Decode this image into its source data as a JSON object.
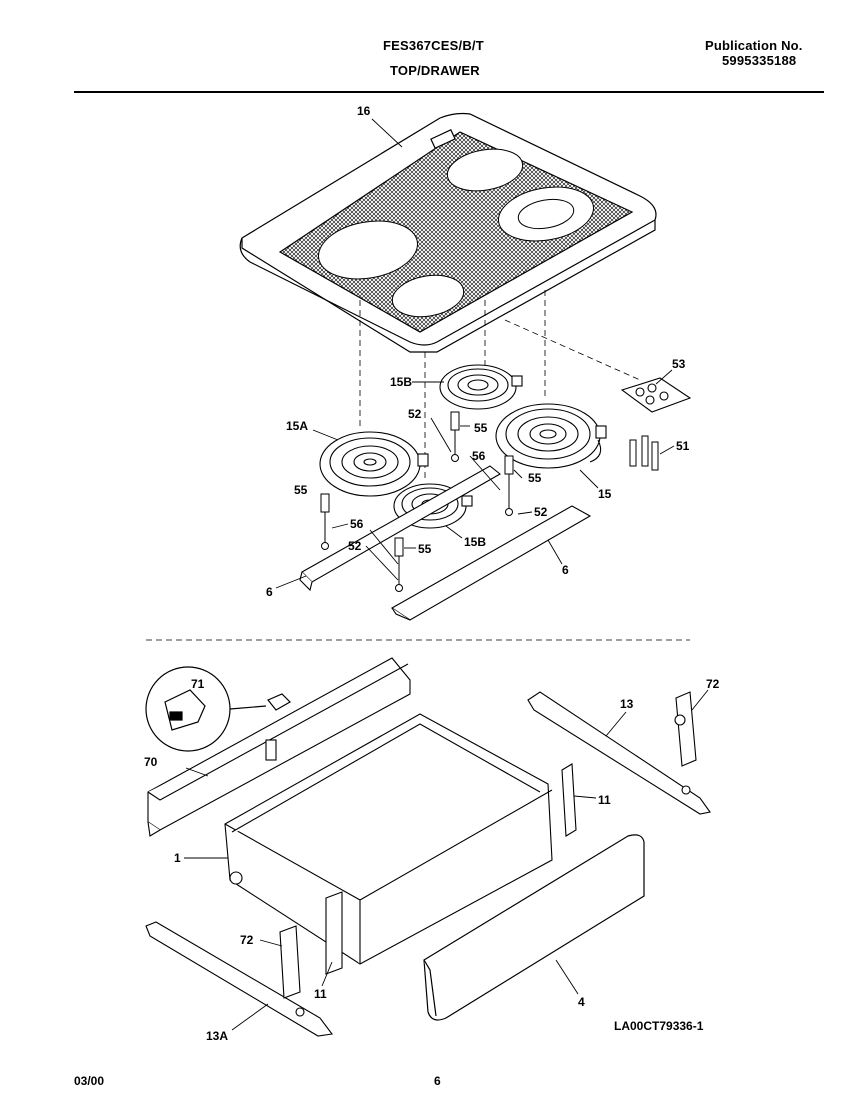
{
  "header": {
    "model": "FES367CES/B/T",
    "section": "TOP/DRAWER",
    "publication_label": "Publication No.",
    "publication_number": "5995335188"
  },
  "diagram_code": "LA00CT79336-1",
  "footer": {
    "date": "03/00",
    "page": "6"
  },
  "callouts": {
    "c16": "16",
    "c15B_top": "15B",
    "c53": "53",
    "c15A": "15A",
    "c52_a": "52",
    "c55_a": "55",
    "c56_a": "56",
    "c55_b": "55",
    "c51": "51",
    "c15": "15",
    "c55_c": "55",
    "c52_b": "52",
    "c56_b": "56",
    "c52_c": "52",
    "c55_d": "55",
    "c15B_bot": "15B",
    "c6_left": "6",
    "c6_right": "6",
    "c71": "71",
    "c70": "70",
    "c13": "13",
    "c72_right": "72",
    "c11_right": "11",
    "c1": "1",
    "c72_left": "72",
    "c11_left": "11",
    "c4": "4",
    "c13A": "13A"
  }
}
